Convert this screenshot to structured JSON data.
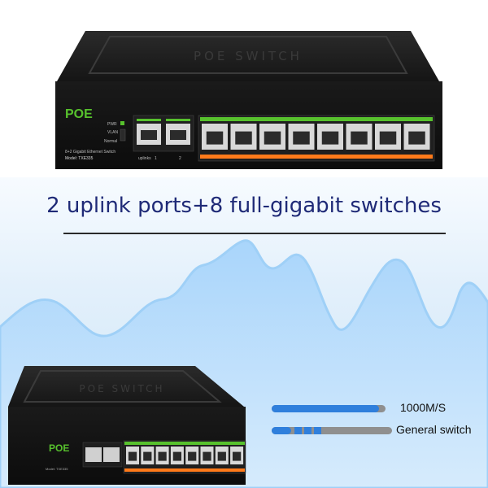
{
  "headline": "2 uplink ports+8 full-gigabit switches",
  "device": {
    "cover_text": "POE SWITCH",
    "brand_badge": "POE",
    "pwr_label": "PWR",
    "vlan_label": "VLAN",
    "normal_label": "Normal",
    "model_line1": "8+2 Gigabit Ethernet Switch",
    "model_line2": "Model: TXE335",
    "uplink_label": "uplinks",
    "uplink_port_numbers": [
      "1",
      "2"
    ],
    "uplink_ports": 2,
    "poe_ports": 8
  },
  "legend": {
    "fast_label": "1000M/S",
    "general_label": "General switch"
  },
  "colors": {
    "sky_top": "#eaf4fc",
    "sky_bottom": "#c4e0f7",
    "wave_fill": "#bfe0fb",
    "wave_stroke": "#9fd0f7",
    "fast_bar": "#2f7fdc",
    "general_bar": "#8f8f8f",
    "poe_green": "#57c12d",
    "poe_orange": "#ff7a1a",
    "headline": "#1f2a77"
  }
}
